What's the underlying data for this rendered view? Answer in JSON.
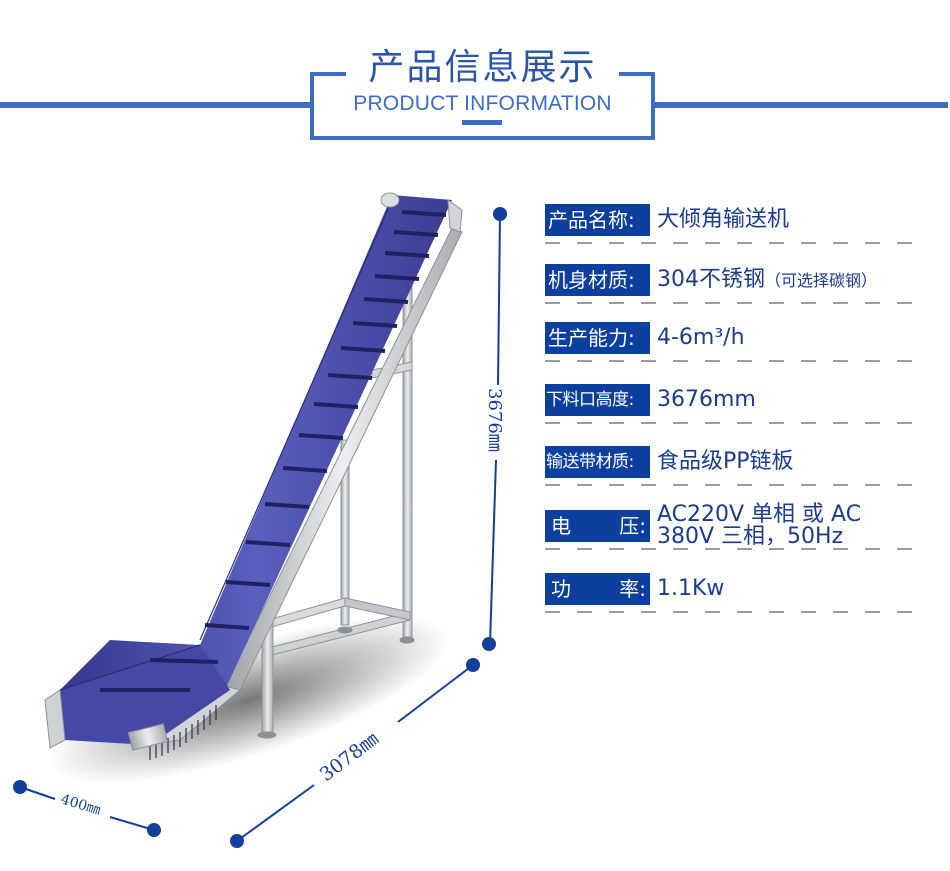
{
  "header": {
    "title_cn": "产品信息展示",
    "title_en": "PRODUCT INFORMATION",
    "accent_color": "#3d6cc4"
  },
  "specs": [
    {
      "label": "产品名称:",
      "value": "大倾角输送机",
      "note": ""
    },
    {
      "label": "机身材质:",
      "value": "304不锈钢",
      "note": "（可选择碳钢）"
    },
    {
      "label": "生产能力:",
      "value": "4-6m³/h",
      "note": ""
    },
    {
      "label": "下料口高度:",
      "value": "3676mm",
      "note": ""
    },
    {
      "label": "输送带材质:",
      "value": "食品级PP链板",
      "note": ""
    },
    {
      "label_parts": [
        "电",
        "压:"
      ],
      "value_line1": "AC220V 单相 或 AC",
      "value_line2": "380V 三相，50Hz"
    },
    {
      "label_parts": [
        "功",
        "率:"
      ],
      "value": "1.1Kw"
    }
  ],
  "dimensions": {
    "height": "3676㎜",
    "length": "3078㎜",
    "width": "400㎜"
  },
  "colors": {
    "label_bg": "#0c3f9e",
    "value_text": "#1a3c8f",
    "belt": "#4a4fa8",
    "frame": "#c9cbcf"
  },
  "product_image": {
    "subject": "inclined-cleated-belt-conveyor"
  }
}
